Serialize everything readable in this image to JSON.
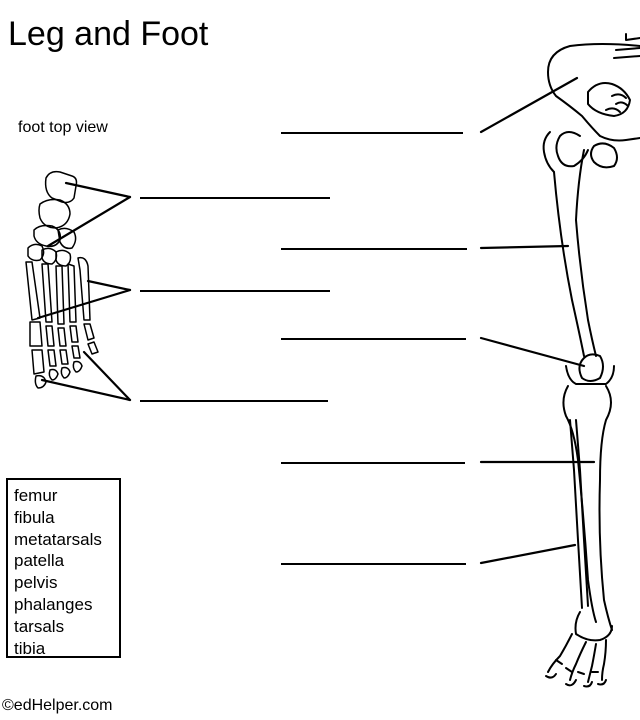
{
  "title": "Leg and Foot",
  "foot_caption": "foot  top view",
  "word_bank": [
    "femur",
    "fibula",
    "metatarsals",
    "patella",
    "pelvis",
    "phalanges",
    "tarsals",
    "tibia"
  ],
  "credit": "©edHelper.com"
}
